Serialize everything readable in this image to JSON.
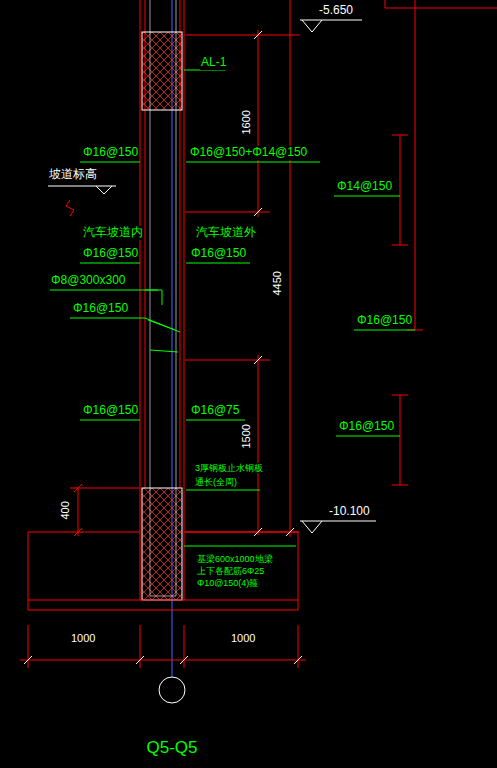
{
  "diagram": {
    "caption": "Q5-Q5",
    "labels": [
      "-5.650",
      "AL-1",
      "1600",
      "Φ16@150",
      "Φ16@150+Φ14@150",
      "坡道标高",
      "Φ14@150",
      "汽车坡道内",
      "汽车坡道外",
      "Φ16@150",
      "Φ16@150",
      "Φ8@300x300",
      "Φ16@150",
      "4450",
      "Φ16@150",
      "Φ16@150",
      "Φ16@75",
      "1500",
      "Φ16@150",
      "3厚钢板止水钢板",
      "通长(全周)",
      "-10.100",
      "400",
      "基梁600x1000地梁",
      "上下各配筋6Φ25",
      "Φ10@150(4)箍",
      "1000",
      "1000"
    ]
  }
}
